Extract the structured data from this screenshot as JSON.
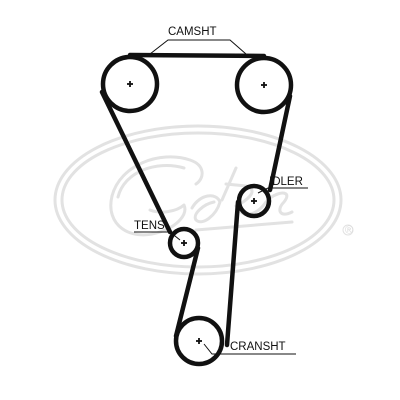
{
  "diagram": {
    "labels": {
      "camshaft": "CAMSHT",
      "idler": "IDLER",
      "tensioner": "TENS",
      "crankshaft": "CRANSHT"
    },
    "watermark": {
      "brand": "Gates",
      "registered_mark": "®"
    }
  }
}
